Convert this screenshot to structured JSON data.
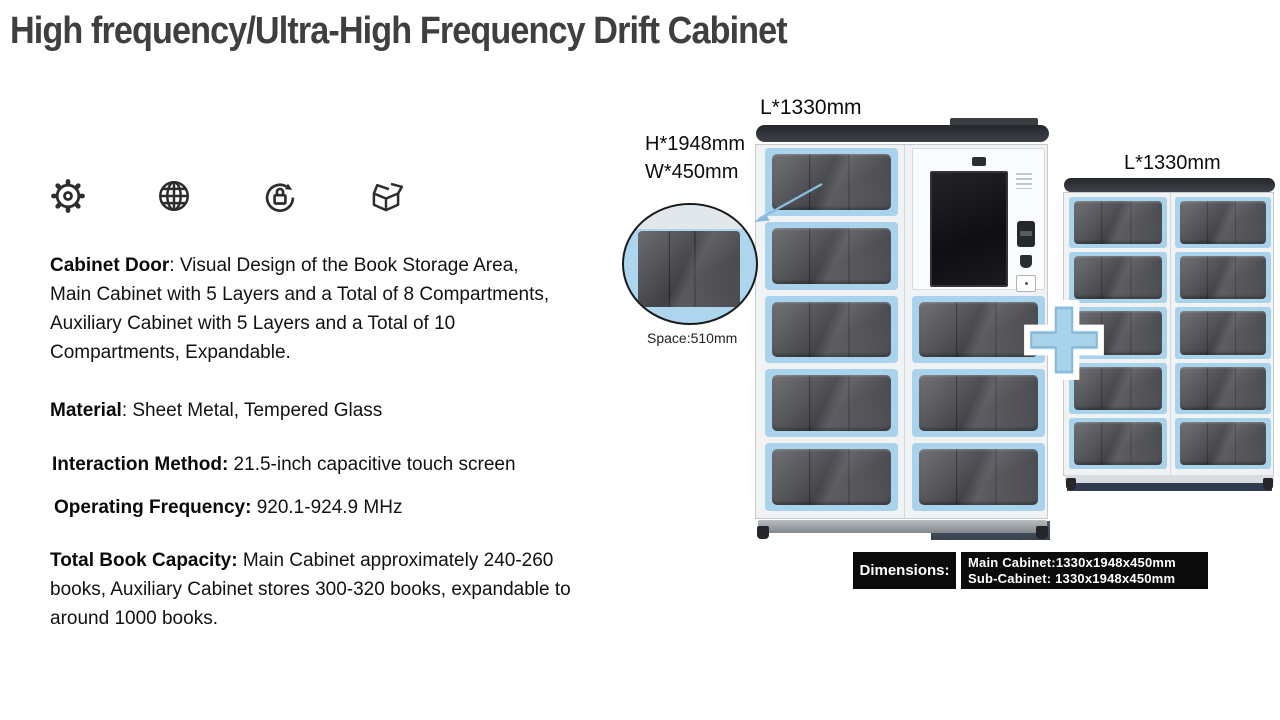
{
  "title": "High frequency/Ultra-High Frequency Drift Cabinet",
  "icons": [
    {
      "name": "gear-icon"
    },
    {
      "name": "globe-icon"
    },
    {
      "name": "lock-rotate-icon"
    },
    {
      "name": "open-box-icon"
    }
  ],
  "specs": {
    "cabinet_door": {
      "label": "Cabinet Door",
      "l1": ": Visual Design of the Book Storage Area,",
      "l2": "Main Cabinet with 5 Layers and a Total of 8 Compartments,",
      "l3": "Auxiliary Cabinet with 5 Layers and a Total of 10",
      "l4": "Compartments, Expandable."
    },
    "material": {
      "label": "Material",
      "text": ": Sheet Metal, Tempered Glass"
    },
    "interaction": {
      "label": "Interaction Method:",
      "text": " 21.5-inch capacitive touch screen"
    },
    "frequency": {
      "label": "Operating Frequency:",
      "text": " 920.1-924.9 MHz"
    },
    "capacity": {
      "label": "Total Book Capacity:",
      "l1": " Main Cabinet approximately 240-260",
      "l2": "books, Auxiliary Cabinet stores 300-320 books, expandable to",
      "l3": "around 1000 books."
    }
  },
  "figure": {
    "main_length": "L*1330mm",
    "main_height": "H*1948mm",
    "main_width": "W*450mm",
    "aux_length": "L*1330mm",
    "space": "Space:510mm"
  },
  "dimensions": {
    "label": "Dimensions:",
    "main": "Main Cabinet:1330x1948x450mm",
    "sub": "Sub-Cabinet: 1330x1948x450mm"
  },
  "colors": {
    "frame_blue": "#a9d2ec",
    "door_dark": "#46474b",
    "accent_arrow": "#8abbdd",
    "top_bar": "#33363b",
    "title_gray": "#3f3f3f"
  }
}
